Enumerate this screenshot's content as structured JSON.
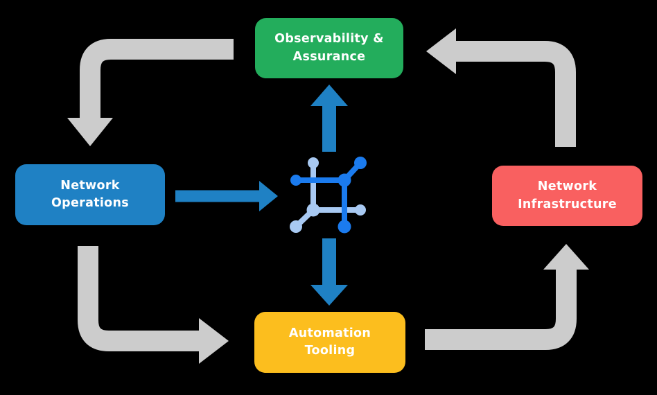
{
  "colors": {
    "background": "#000000",
    "green": "#23AD5C",
    "blue": "#1F81C4",
    "red": "#F96060",
    "yellow": "#FCBE1E",
    "gray": "#CCCCCC",
    "icon_dark": "#1B7BEE",
    "icon_light": "#A8C9F2",
    "text": "#FFFFFF"
  },
  "nodes": {
    "observability": {
      "label": "Observability &\nAssurance",
      "color": "#23AD5C"
    },
    "operations": {
      "label": "Network\nOperations",
      "color": "#1F81C4"
    },
    "infrastructure": {
      "label": "Network\nInfrastructure",
      "color": "#F96060"
    },
    "automation": {
      "label": "Automation\nTooling",
      "color": "#FCBE1E"
    }
  },
  "icons": {
    "center": "network-nodes-icon"
  },
  "arrows": {
    "cycle_gray": [
      {
        "from": "observability",
        "to": "operations"
      },
      {
        "from": "operations",
        "to": "automation"
      },
      {
        "from": "automation",
        "to": "infrastructure"
      },
      {
        "from": "infrastructure",
        "to": "observability"
      }
    ],
    "blue": [
      {
        "from": "operations",
        "to": "center-icon"
      },
      {
        "from": "center-icon",
        "to": "observability"
      },
      {
        "from": "center-icon",
        "to": "automation"
      }
    ]
  }
}
